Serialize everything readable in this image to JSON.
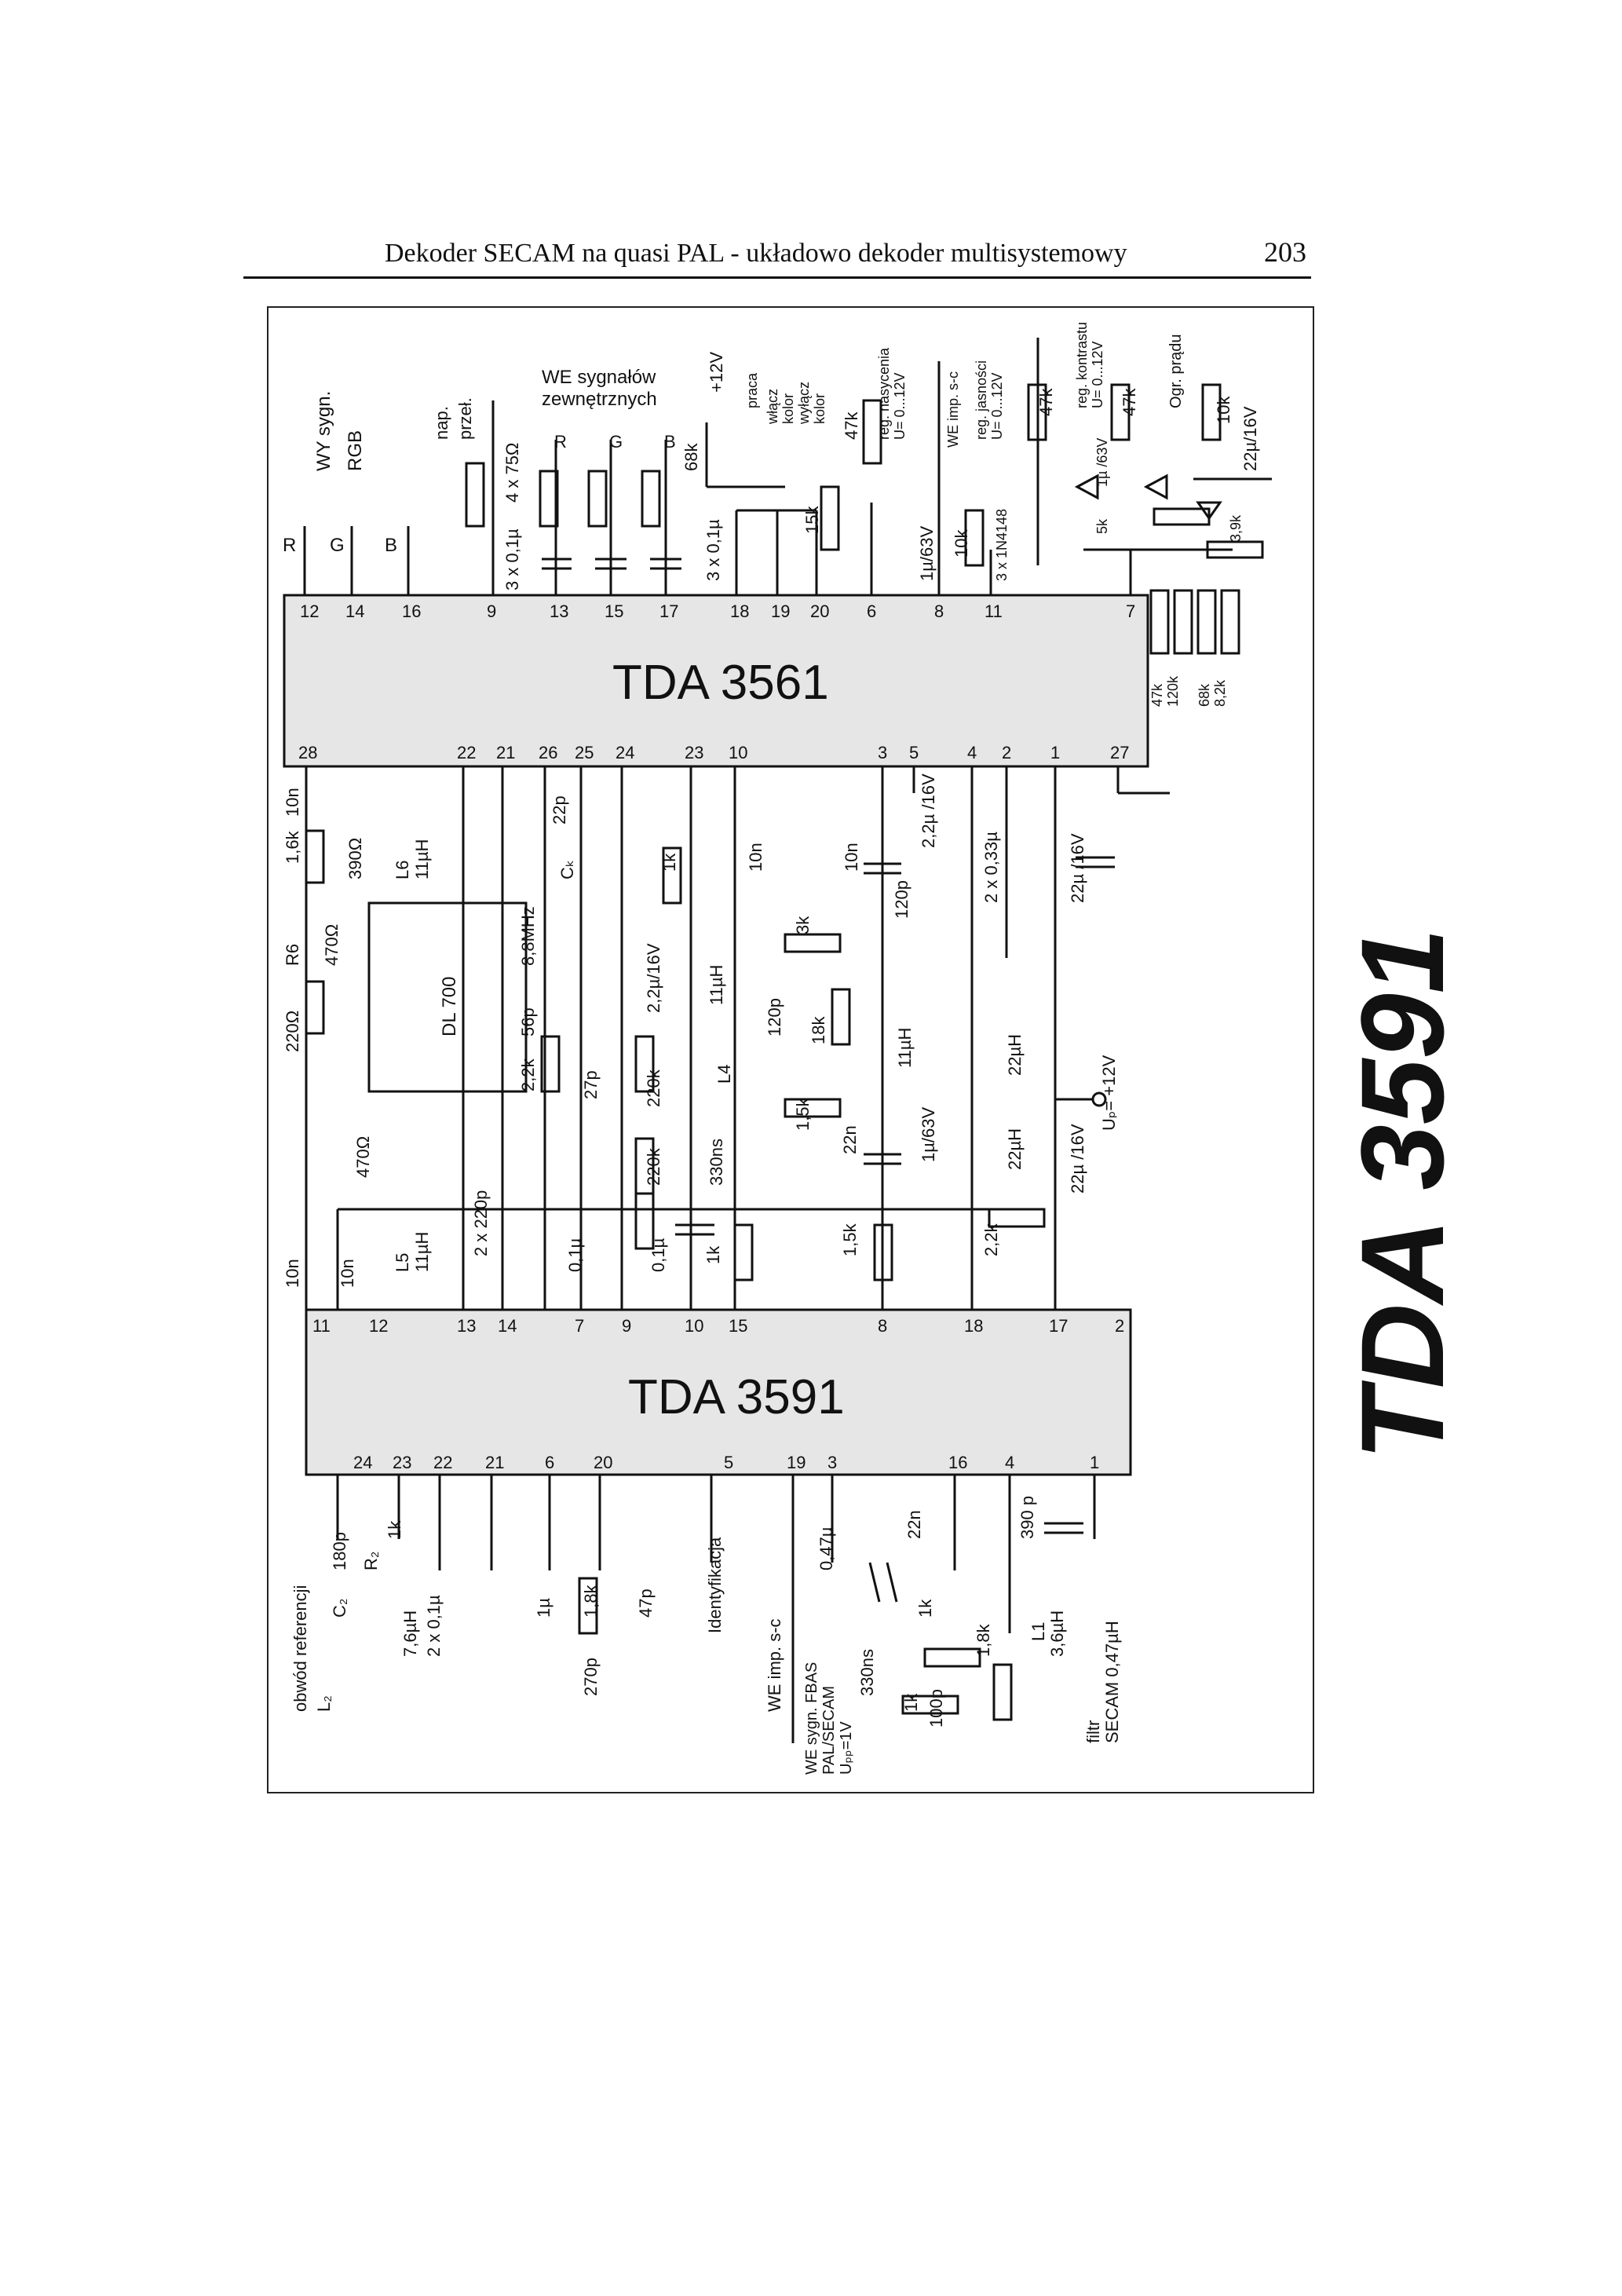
{
  "header": {
    "title": "Dekoder SECAM na quasi PAL - układowo dekoder multisystemowy",
    "page_number": "203"
  },
  "big_label": "TDA 3591",
  "chips": [
    {
      "name": "TDA 3561",
      "pins_top": [
        "12",
        "14",
        "16",
        "9",
        "13",
        "15",
        "17",
        "18",
        "19",
        "20",
        "6",
        "8",
        "11",
        "7"
      ],
      "pins_bottom": [
        "28",
        "22",
        "21",
        "26",
        "25",
        "24",
        "23",
        "10",
        "3",
        "5",
        "4",
        "2",
        "1",
        "27"
      ]
    },
    {
      "name": "TDA 3591",
      "pins_top": [
        "11",
        "12",
        "13",
        "14",
        "7",
        "9",
        "10",
        "15",
        "8",
        "18",
        "17",
        "2"
      ],
      "pins_bottom": [
        "24",
        "23",
        "22",
        "21",
        "6",
        "20",
        "5",
        "19",
        "3",
        "16",
        "4",
        "1"
      ]
    }
  ],
  "outputs": {
    "group_label": [
      "WY sygn.",
      "RGB"
    ],
    "channels": [
      "R",
      "G",
      "B"
    ]
  },
  "ext_inputs": {
    "label": [
      "WE sygnałów",
      "zewnętrznych"
    ],
    "channels": [
      "R",
      "G",
      "B"
    ],
    "resistors": "4 x 75Ω",
    "caps": "3 x 0,1µ",
    "nap_przel": [
      "nap.",
      "przeł."
    ]
  },
  "top_controls": {
    "supply": "+12V",
    "switch_labels": [
      "praca",
      "włącz",
      "kolor",
      "wyłącz",
      "kolor"
    ],
    "r68k": "68k",
    "r47k": "47k",
    "r15k": "15k",
    "caps3": "3 x 0,1µ",
    "cap1u": "1µ/63V",
    "sat_label": [
      "reg. nasycenia",
      "U= 0...12V"
    ],
    "we_imp": "WE imp. s-c",
    "r10k": "10k",
    "bright_label": [
      "reg. jasności",
      "U= 0...12V"
    ],
    "diodes": "3 x 1N4148",
    "contrast_label": [
      "reg. kontrastu",
      "U= 0...12V"
    ],
    "r47k_b": "47k",
    "r47k_c": "47k",
    "cap_63": "1µ /63V",
    "r5k": "5k",
    "current_label": "Ogr. prądu",
    "r10k_b": "10k",
    "cap22": "22µ/16V",
    "r39k": "3,9k",
    "r47_120": [
      "47k",
      "120k"
    ],
    "r68_82": [
      "68k",
      "8,2k"
    ]
  },
  "middle": {
    "r16k": "1,6k",
    "c10n_a": "10n",
    "r6": "R6",
    "r470": "470Ω",
    "r220": "220Ω",
    "r390": "390Ω",
    "l6": [
      "L6",
      "11µH"
    ],
    "dl700": "DL 700",
    "r470b": "470Ω",
    "l5": [
      "L5",
      "11µH"
    ],
    "c10n_b": "10n",
    "c10n_c": "10n",
    "c2x220p": "2 x 220p",
    "c22p": "22p",
    "ck": "Cₖ",
    "xtal": "8,8MHz",
    "c56p": "56p",
    "r22k": "2,2k",
    "c27p": "27p",
    "c01a": "0,1µ",
    "r1k_a": "1k",
    "c22u": "2,2µ/16V",
    "r220k_a": "220k",
    "r220k_b": "220k",
    "c01b": "0,1µ",
    "c10n_d": "10n",
    "r3k": "3k",
    "l11": "11µH",
    "c120p": "120p",
    "r18k": "18k",
    "l4": "L4",
    "r15k_a": "1,5k",
    "d330": "330ns",
    "r1k_b": "1k",
    "c10n_e": "10n",
    "c120p_b": "120p",
    "l11b": "11µH",
    "c22n": "22n",
    "r15k_b": "1,5k",
    "c22u_b": "2,2µ /16V",
    "c2x033": "2 x 0,33µ",
    "c22u_c": "22µ /16V",
    "l22a": "22µH",
    "supply": "Uₚ= +12V",
    "c1u63": "1µ/63V",
    "l22b": "22µH",
    "c22u_d": "22µ /16V",
    "r22k_b": "2,2k"
  },
  "bottom": {
    "ref_label": "obwód referencji",
    "l2": "L₂",
    "c2": "C₂",
    "c180p": "180p",
    "r2": "R₂",
    "r1k": "1k",
    "l76": "7,6µH",
    "c2x01": "2 x 0,1µ",
    "c1u": "1µ",
    "r18k": "1,8k",
    "c270p": "270p",
    "c47p": "47p",
    "ident": "Identyfikacja",
    "we_imp": "WE imp. s-c",
    "fbas": [
      "WE sygn. FBAS",
      "PAL/SECAM",
      "Uₚₚ=1V"
    ],
    "c047": "0,47µ",
    "c22n": "22n",
    "r1k_b": "1k",
    "d330": "330ns",
    "r1k_c": "1k",
    "c100p": "100p",
    "r18k_b": "1,8k",
    "l1": [
      "L1",
      "3,6µH"
    ],
    "c390p": "390 p",
    "filter": [
      "filtr",
      "SECAM 0,47µH"
    ]
  }
}
